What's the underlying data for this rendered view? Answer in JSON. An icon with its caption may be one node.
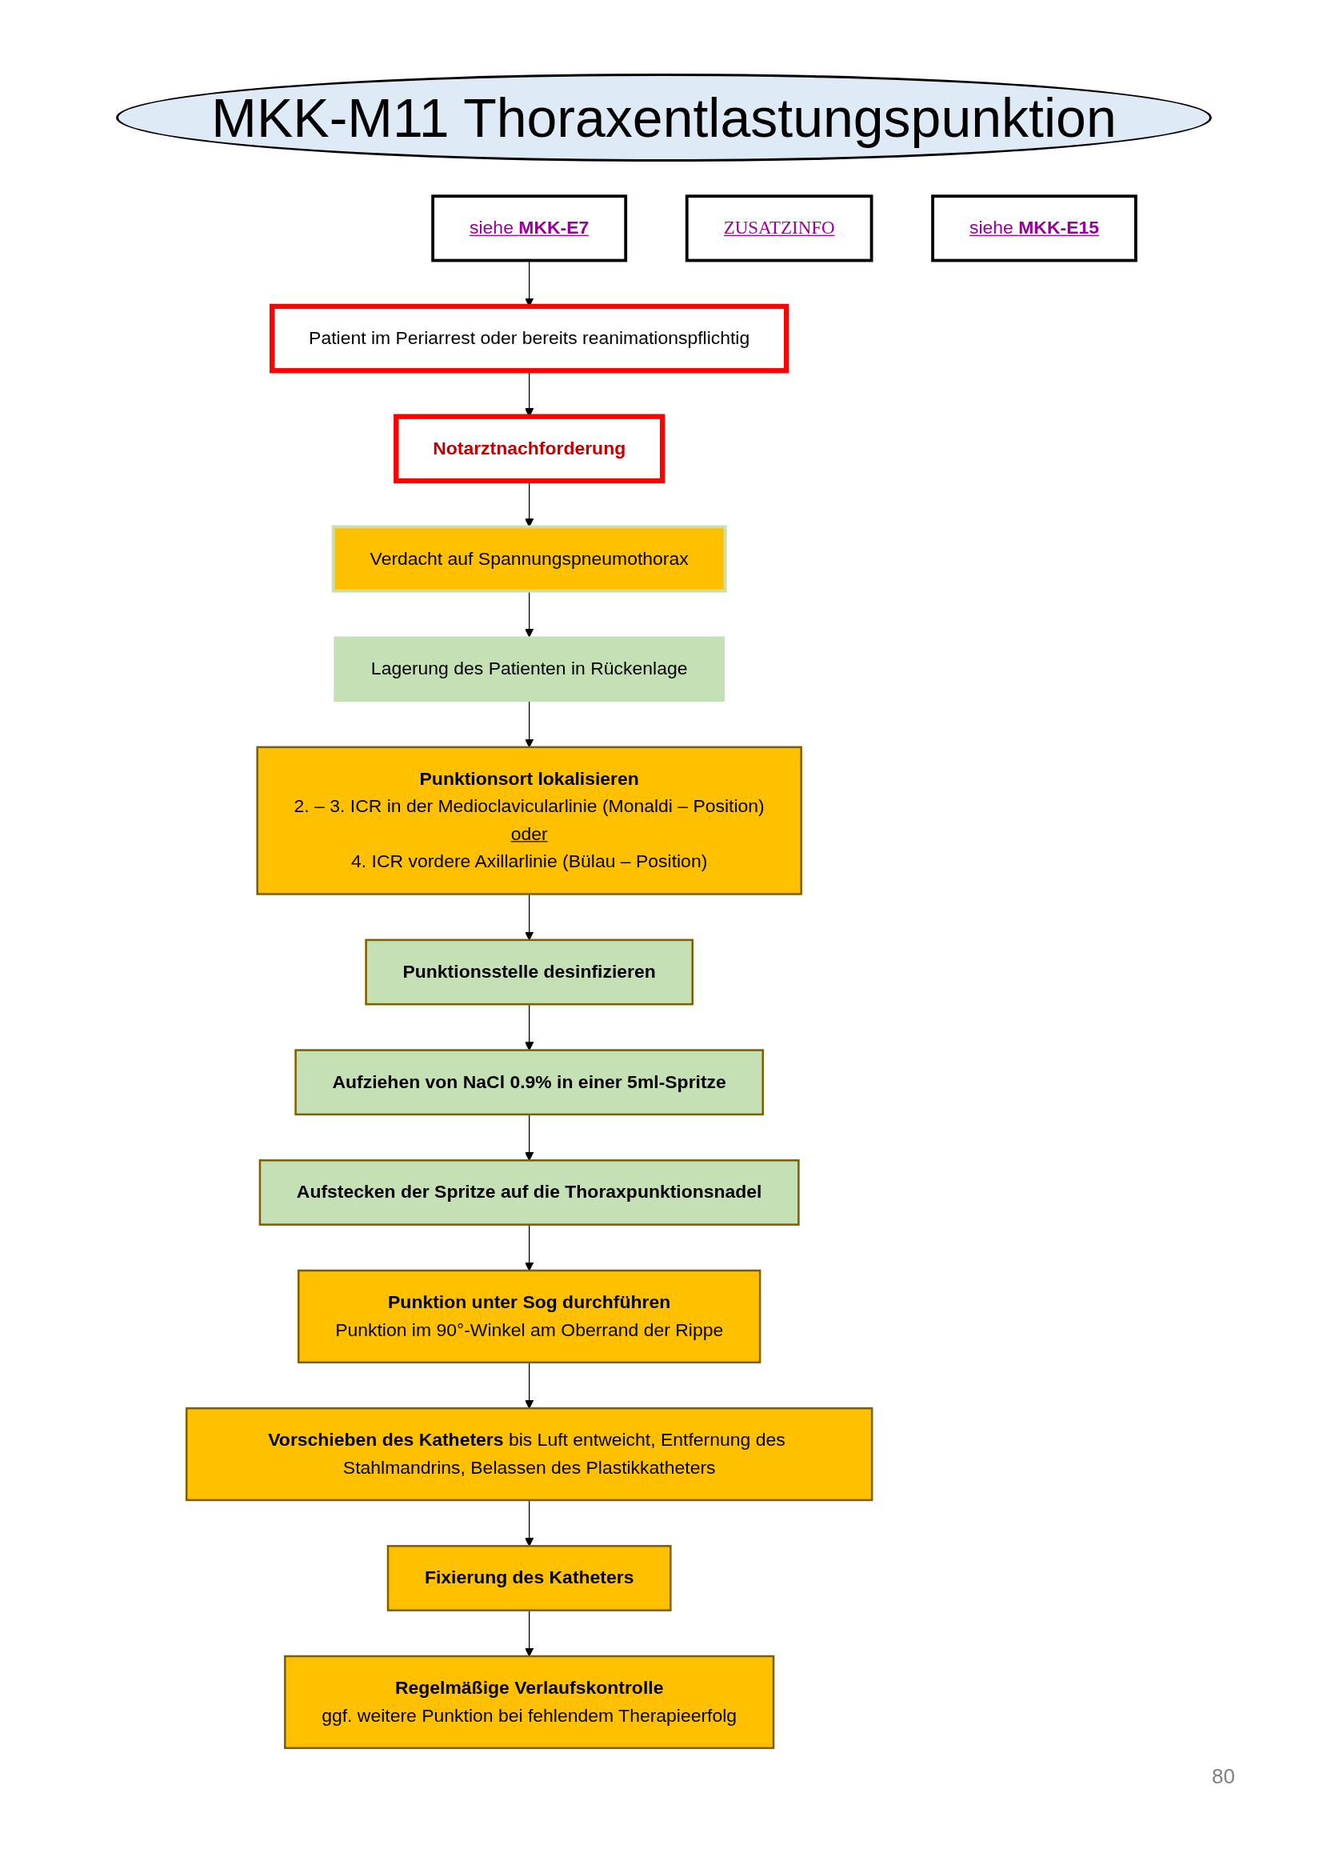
{
  "diagram": {
    "title": "MKK-M11 Thoraxentlastungspunktion",
    "nodes": [
      {
        "text": [
          "siehe **MKK-E7**"
        ]
      },
      {
        "text": [
          "ZUSATZINFO"
        ]
      },
      {
        "text": [
          "Patient im Periarrest oder bereits reanimationspflichtig"
        ]
      },
      {
        "text": [
          "siehe **MKK-E15**"
        ]
      },
      {
        "text": [
          "Notarztnachforderung"
        ]
      },
      {
        "text": [
          "Verdacht auf Spannungspneumothorax"
        ]
      },
      {
        "text": [
          "Lagerung des Patienten in Rückenlage"
        ]
      },
      {
        "text": [
          "Punktionsort lokalisieren",
          "2. – 3. ICR in der Medioclavicularlinie (Monaldi – Position)",
          "oder",
          "4. ICR vordere Axillarlinie (Bülau – Position)"
        ]
      },
      {
        "text": [
          "Punktionsstelle desinfizieren"
        ]
      },
      {
        "text": [
          "Aufziehen von NaCl 0.9% in einer 5ml-Spritze"
        ]
      },
      {
        "text": [
          "Aufstecken der Spritze auf die Thoraxpunktionsnadel"
        ]
      },
      {
        "text": [
          "Punktion unter Sog durchführen",
          "Punktion im 90°-Winkel am Oberrand der Rippe"
        ]
      },
      {
        "text": [
          "**Vorschieben des Katheters** bis Luft entweicht, Entfernung des Stahlmandrins, Belassen des Plastikkatheters"
        ]
      },
      {
        "text": [
          "Fixierung des Katheters"
        ]
      },
      {
        "text": [
          "Regelmäßige Verlaufskontrolle",
          "ggf. weitere Punktion bei fehlendem Therapieerfolg"
        ]
      }
    ],
    "edges": [
      {
        "from": 0,
        "to": 2,
        "arrow": "to"
      },
      {
        "from": 2,
        "to": 4,
        "arrow": "to"
      },
      {
        "from": 4,
        "to": 5,
        "arrow": "to"
      },
      {
        "from": 5,
        "to": 6,
        "arrow": "to"
      },
      {
        "from": 6,
        "to": 7,
        "arrow": "to"
      },
      {
        "from": 7,
        "to": 8,
        "arrow": "to"
      },
      {
        "from": 8,
        "to": 9,
        "arrow": "to"
      },
      {
        "from": 9,
        "to": 10,
        "arrow": "to"
      },
      {
        "from": 10,
        "to": 11,
        "arrow": "to"
      },
      {
        "from": 11,
        "to": 12,
        "arrow": "to"
      },
      {
        "from": 12,
        "to": 13,
        "arrow": "to"
      },
      {
        "from": 13,
        "to": 14,
        "arrow": "to"
      }
    ],
    "labels": [
      "80"
    ]
  }
}
